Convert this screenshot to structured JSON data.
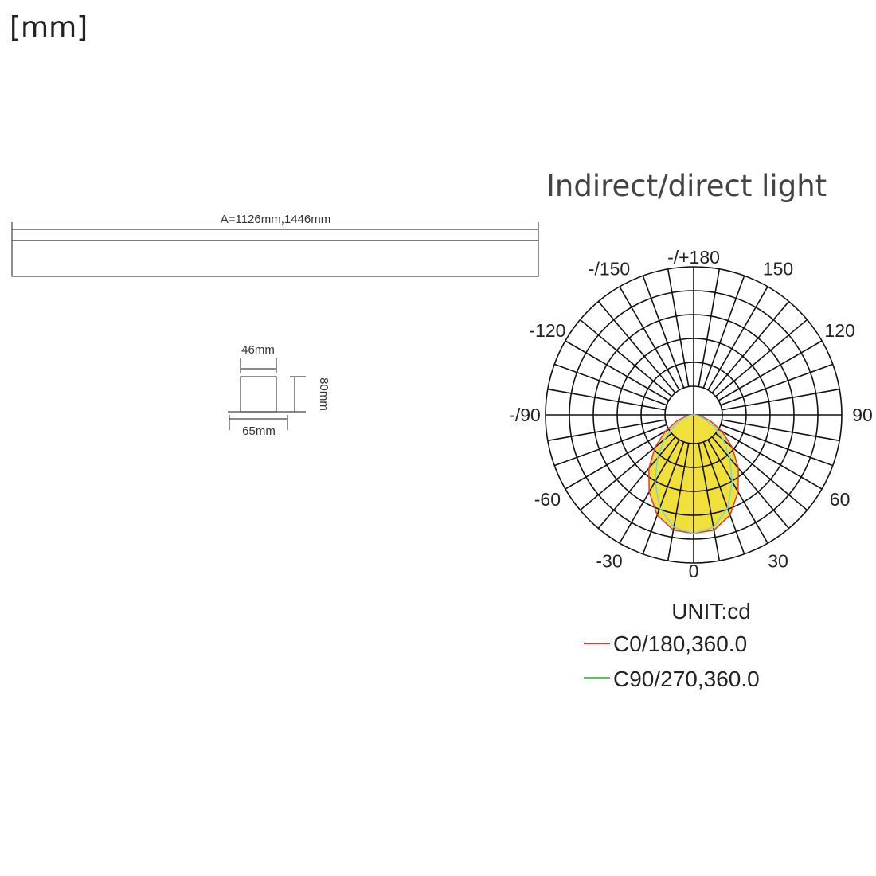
{
  "page": {
    "unit_label": "[mm]"
  },
  "drawing": {
    "length_label": "A=1126mm,1446mm",
    "top_width_label": "46mm",
    "bottom_width_label": "65mm",
    "height_label": "80mm"
  },
  "chart_data": {
    "type": "polar",
    "title": "Indirect/direct light",
    "unit": "UNIT:cd",
    "angle_labels": [
      {
        "angle": 180,
        "text": "-/+180"
      },
      {
        "angle": -150,
        "text": "-/150"
      },
      {
        "angle": 150,
        "text": "150"
      },
      {
        "angle": -120,
        "text": "-120"
      },
      {
        "angle": 120,
        "text": "120"
      },
      {
        "angle": -90,
        "text": "-/90"
      },
      {
        "angle": 90,
        "text": "90"
      },
      {
        "angle": -60,
        "text": "-60"
      },
      {
        "angle": 60,
        "text": "60"
      },
      {
        "angle": -30,
        "text": "-30"
      },
      {
        "angle": 30,
        "text": "30"
      },
      {
        "angle": 0,
        "text": "0"
      }
    ],
    "rings": 5,
    "radial_step_deg": 10,
    "series": [
      {
        "name": "C0/180,360.0",
        "color": "#e53935",
        "fill": "#f2e03a",
        "gamma": [
          0,
          10,
          20,
          30,
          40,
          50,
          60,
          70,
          80,
          90
        ],
        "relative_intensity": [
          0.8,
          0.79,
          0.72,
          0.6,
          0.47,
          0.34,
          0.22,
          0.12,
          0.05,
          0.0
        ]
      },
      {
        "name": "C90/270,360.0",
        "color": "#5cc45c",
        "curve_color": "#7fd0d8",
        "gamma": [
          0,
          10,
          20,
          30,
          40,
          50,
          60,
          70,
          80,
          90
        ],
        "relative_intensity": [
          0.8,
          0.77,
          0.67,
          0.52,
          0.38,
          0.26,
          0.16,
          0.08,
          0.03,
          0.0
        ]
      }
    ]
  }
}
